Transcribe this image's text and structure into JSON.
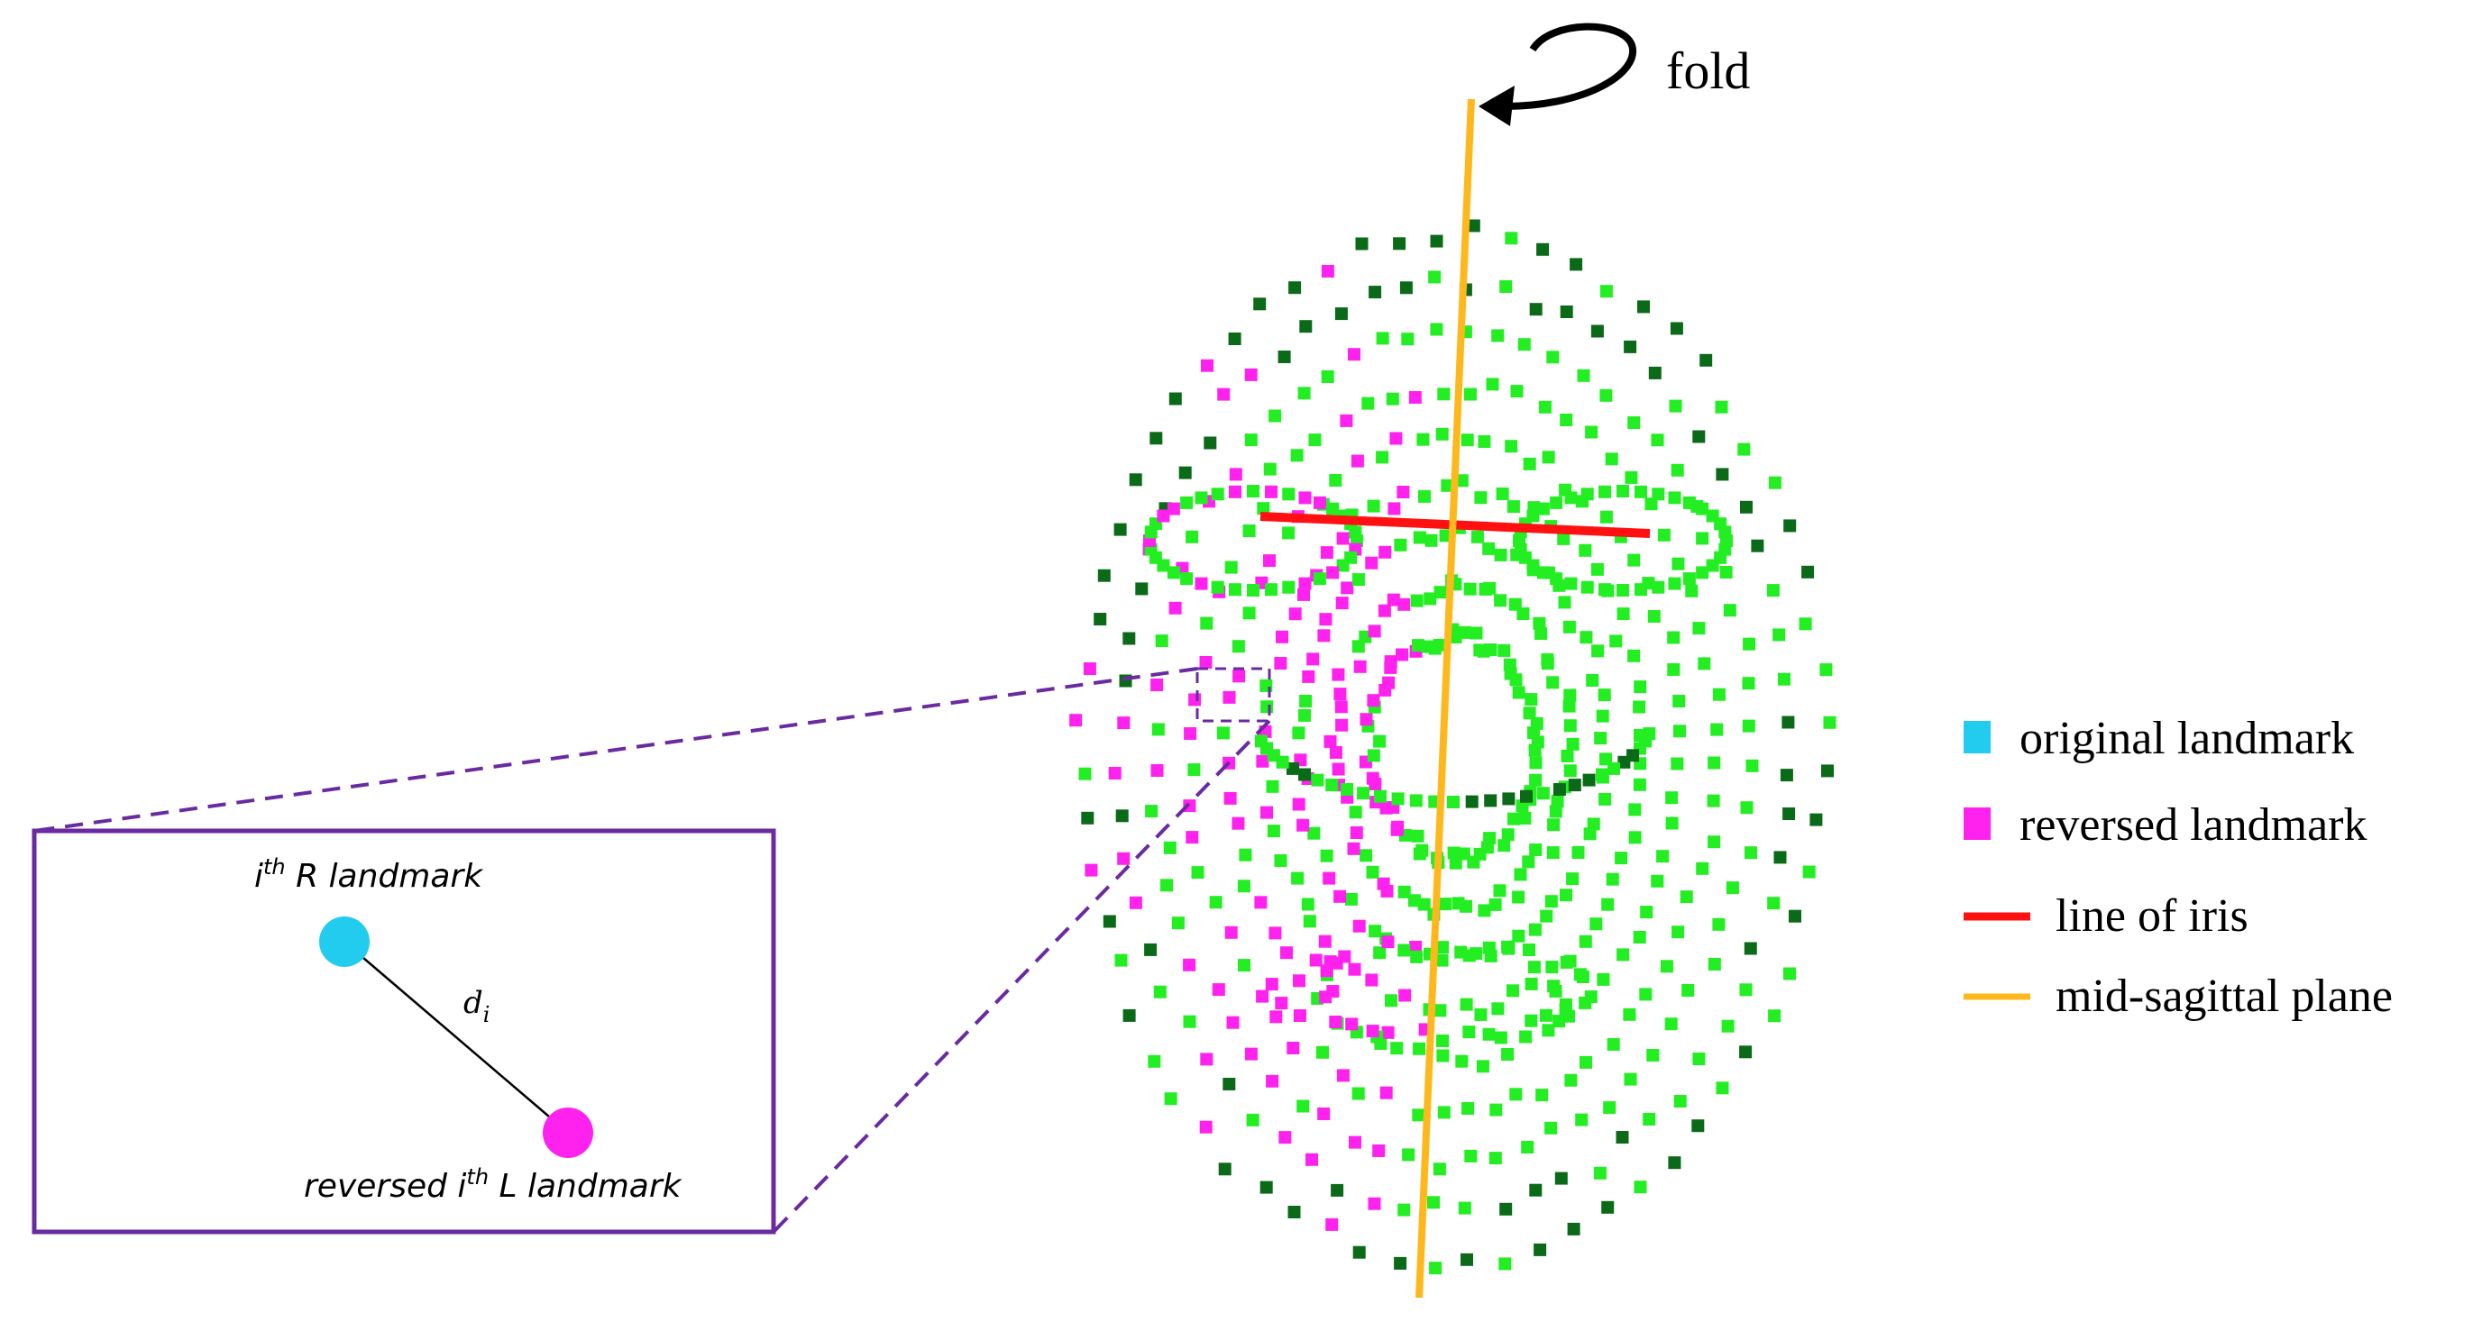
{
  "colors": {
    "original_landmark": "#22ccee",
    "reversed_landmark": "#ff22ee",
    "line_of_iris": "#ff1111",
    "mid_sagittal_plane": "#ffb81c",
    "point_green": "#22ee22",
    "point_dark_green": "#0a6a18",
    "inset_border": "#6a2aa0"
  },
  "fold": {
    "label": "fold",
    "icon": "rotate-arrow-icon"
  },
  "legend": [
    {
      "label": "original landmark",
      "color": "#22ccee",
      "marker": "square"
    },
    {
      "label": "reversed landmark",
      "color": "#ff22ee",
      "marker": "square"
    },
    {
      "label": "line of iris",
      "color": "#ff1111",
      "marker": "line"
    },
    {
      "label": "mid-sagittal plane",
      "color": "#ffb81c",
      "marker": "line"
    }
  ],
  "inset": {
    "r_label_prefix": "i",
    "r_label_sup": "th",
    "r_label_suffix": " R landmark",
    "l_label_prefix": "reversed i",
    "l_label_sup": "th",
    "l_label_suffix": " L landmark",
    "distance_label": "d",
    "distance_sub": "i"
  }
}
